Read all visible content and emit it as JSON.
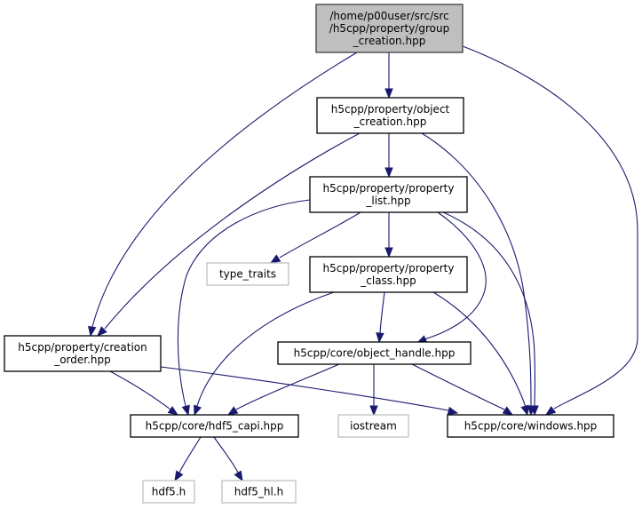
{
  "diagram": {
    "type": "include-dependency-graph",
    "colors": {
      "edge": "#191970",
      "root_fill": "#bfbfbf",
      "root_border": "#404040",
      "local_border": "#000000",
      "external_border": "#bfbfbf"
    },
    "nodes": [
      {
        "id": "group_creation",
        "kind": "root",
        "lines": [
          "/home/p00user/src/src",
          "/h5cpp/property/group",
          "_creation.hpp"
        ]
      },
      {
        "id": "object_creation",
        "kind": "local",
        "lines": [
          "h5cpp/property/object",
          "_creation.hpp"
        ]
      },
      {
        "id": "property_list",
        "kind": "local",
        "lines": [
          "h5cpp/property/property",
          "_list.hpp"
        ]
      },
      {
        "id": "type_traits",
        "kind": "external",
        "lines": [
          "type_traits"
        ]
      },
      {
        "id": "property_class",
        "kind": "local",
        "lines": [
          "h5cpp/property/property",
          "_class.hpp"
        ]
      },
      {
        "id": "creation_order",
        "kind": "local",
        "lines": [
          "h5cpp/property/creation",
          "_order.hpp"
        ]
      },
      {
        "id": "object_handle",
        "kind": "local",
        "lines": [
          "h5cpp/core/object_handle.hpp"
        ]
      },
      {
        "id": "hdf5_capi",
        "kind": "local",
        "lines": [
          "h5cpp/core/hdf5_capi.hpp"
        ]
      },
      {
        "id": "iostream",
        "kind": "external",
        "lines": [
          "iostream"
        ]
      },
      {
        "id": "windows",
        "kind": "local",
        "lines": [
          "h5cpp/core/windows.hpp"
        ]
      },
      {
        "id": "hdf5_h",
        "kind": "external",
        "lines": [
          "hdf5.h"
        ]
      },
      {
        "id": "hdf5_hl_h",
        "kind": "external",
        "lines": [
          "hdf5_hl.h"
        ]
      }
    ],
    "edges": [
      {
        "from": "group_creation",
        "to": "object_creation"
      },
      {
        "from": "group_creation",
        "to": "creation_order"
      },
      {
        "from": "group_creation",
        "to": "windows"
      },
      {
        "from": "object_creation",
        "to": "property_list"
      },
      {
        "from": "object_creation",
        "to": "creation_order"
      },
      {
        "from": "object_creation",
        "to": "windows"
      },
      {
        "from": "property_list",
        "to": "type_traits"
      },
      {
        "from": "property_list",
        "to": "property_class"
      },
      {
        "from": "property_list",
        "to": "hdf5_capi"
      },
      {
        "from": "property_list",
        "to": "object_handle"
      },
      {
        "from": "property_list",
        "to": "windows"
      },
      {
        "from": "property_class",
        "to": "object_handle"
      },
      {
        "from": "property_class",
        "to": "hdf5_capi"
      },
      {
        "from": "property_class",
        "to": "windows"
      },
      {
        "from": "creation_order",
        "to": "hdf5_capi"
      },
      {
        "from": "creation_order",
        "to": "windows"
      },
      {
        "from": "object_handle",
        "to": "hdf5_capi"
      },
      {
        "from": "object_handle",
        "to": "iostream"
      },
      {
        "from": "object_handle",
        "to": "windows"
      },
      {
        "from": "hdf5_capi",
        "to": "hdf5_h"
      },
      {
        "from": "hdf5_capi",
        "to": "hdf5_hl_h"
      }
    ]
  }
}
